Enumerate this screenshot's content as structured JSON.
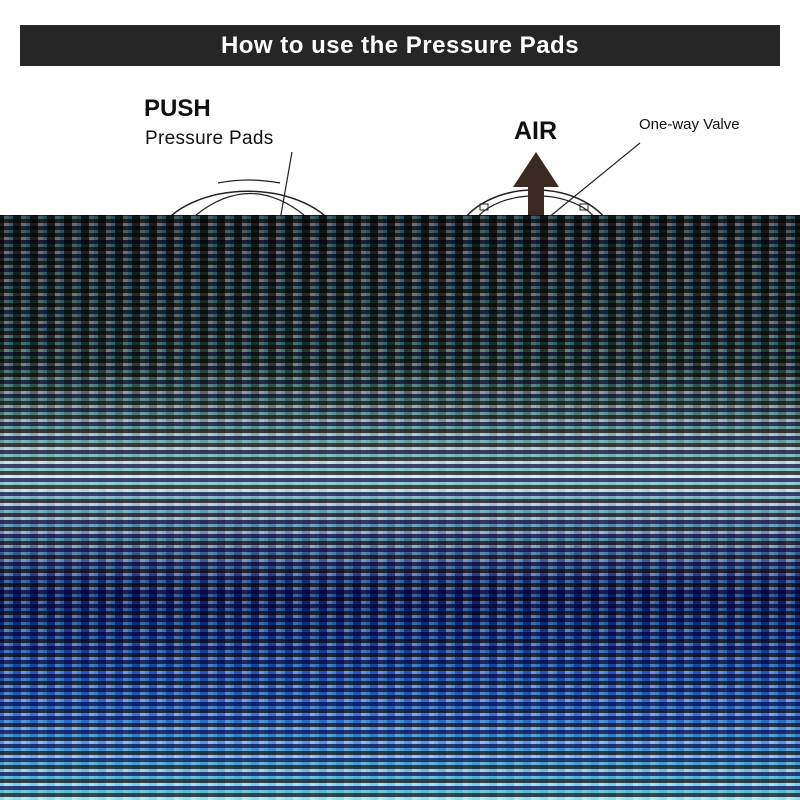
{
  "title": "How to use the Pressure Pads",
  "labels": {
    "push": "PUSH",
    "pressure_pads": "Pressure Pads",
    "air": "AIR",
    "one_way_valve": "One-way Valve"
  },
  "colors": {
    "title_bar": "#262626",
    "title_text": "#ffffff",
    "ink": "#111111",
    "arrow": "#3a2a22"
  }
}
